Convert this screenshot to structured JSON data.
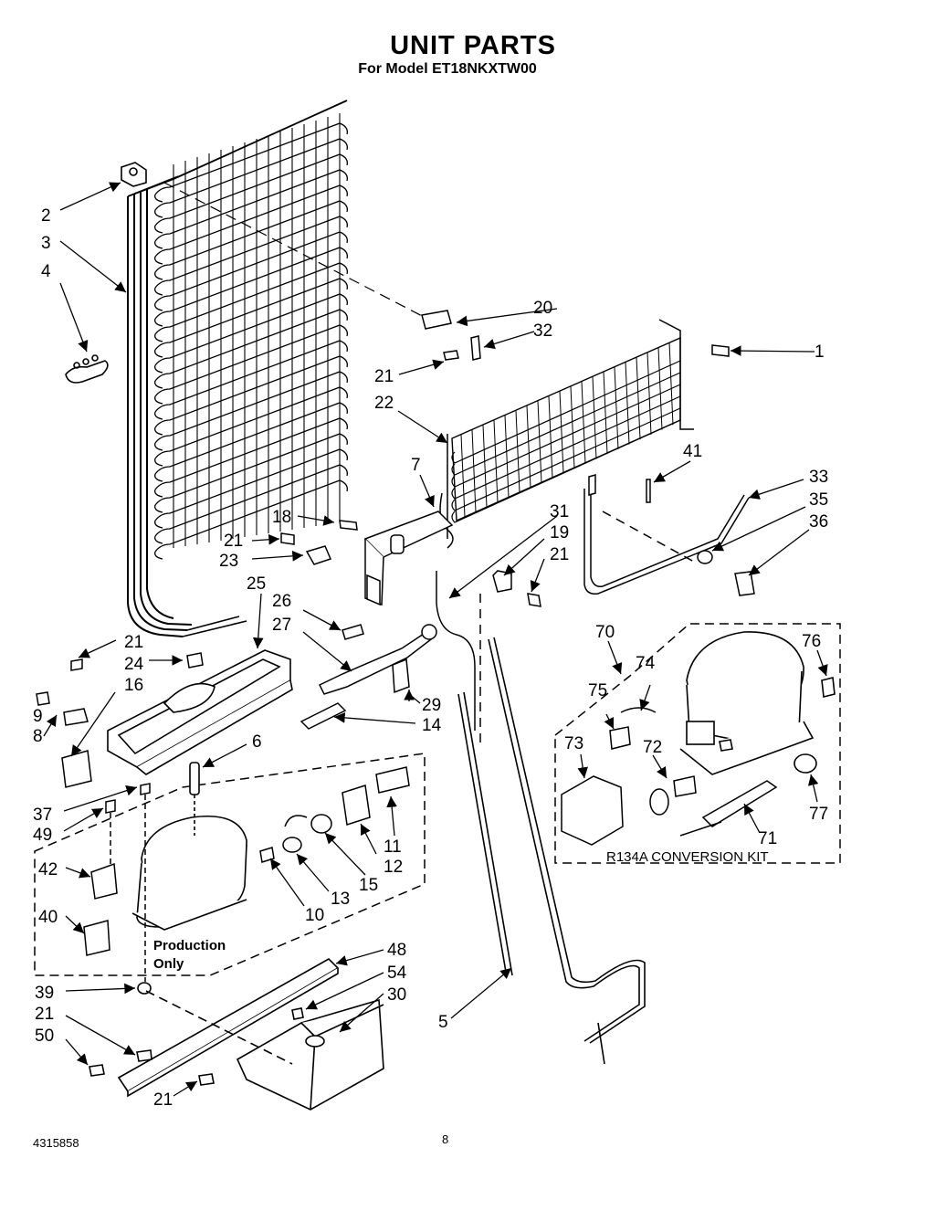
{
  "header": {
    "title": "UNIT PARTS",
    "subtitle": "For Model ET18NKXTW00"
  },
  "footer": {
    "doc_number": "4315858",
    "page": "8"
  },
  "notes": {
    "production_line1": "Production",
    "production_line2": "Only",
    "kit_label": "R134A  CONVERSION  KIT"
  },
  "callouts": [
    {
      "id": "c2",
      "text": "2"
    },
    {
      "id": "c3",
      "text": "3"
    },
    {
      "id": "c4",
      "text": "4"
    },
    {
      "id": "c20",
      "text": "20"
    },
    {
      "id": "c32",
      "text": "32"
    },
    {
      "id": "c1",
      "text": "1"
    },
    {
      "id": "c21a",
      "text": "21"
    },
    {
      "id": "c22",
      "text": "22"
    },
    {
      "id": "c7",
      "text": "7"
    },
    {
      "id": "c41",
      "text": "41"
    },
    {
      "id": "c33",
      "text": "33"
    },
    {
      "id": "c35",
      "text": "35"
    },
    {
      "id": "c36",
      "text": "36"
    },
    {
      "id": "c18",
      "text": "18"
    },
    {
      "id": "c31",
      "text": "31"
    },
    {
      "id": "c19",
      "text": "19"
    },
    {
      "id": "c21b",
      "text": "21"
    },
    {
      "id": "c21c",
      "text": "21"
    },
    {
      "id": "c23",
      "text": "23"
    },
    {
      "id": "c25",
      "text": "25"
    },
    {
      "id": "c26",
      "text": "26"
    },
    {
      "id": "c27",
      "text": "27"
    },
    {
      "id": "c21d",
      "text": "21"
    },
    {
      "id": "c24",
      "text": "24"
    },
    {
      "id": "c16",
      "text": "16"
    },
    {
      "id": "c9",
      "text": "9"
    },
    {
      "id": "c8",
      "text": "8"
    },
    {
      "id": "c29",
      "text": "29"
    },
    {
      "id": "c14",
      "text": "14"
    },
    {
      "id": "c6",
      "text": "6"
    },
    {
      "id": "c70",
      "text": "70"
    },
    {
      "id": "c76",
      "text": "76"
    },
    {
      "id": "c74",
      "text": "74"
    },
    {
      "id": "c75",
      "text": "75"
    },
    {
      "id": "c73",
      "text": "73"
    },
    {
      "id": "c72",
      "text": "72"
    },
    {
      "id": "c77",
      "text": "77"
    },
    {
      "id": "c71",
      "text": "71"
    },
    {
      "id": "c37",
      "text": "37"
    },
    {
      "id": "c49",
      "text": "49"
    },
    {
      "id": "c11",
      "text": "11"
    },
    {
      "id": "c12",
      "text": "12"
    },
    {
      "id": "c15",
      "text": "15"
    },
    {
      "id": "c13",
      "text": "13"
    },
    {
      "id": "c10",
      "text": "10"
    },
    {
      "id": "c42",
      "text": "42"
    },
    {
      "id": "c40",
      "text": "40"
    },
    {
      "id": "c48",
      "text": "48"
    },
    {
      "id": "c54",
      "text": "54"
    },
    {
      "id": "c30",
      "text": "30"
    },
    {
      "id": "c39",
      "text": "39"
    },
    {
      "id": "c21e",
      "text": "21"
    },
    {
      "id": "c50",
      "text": "50"
    },
    {
      "id": "c21f",
      "text": "21"
    },
    {
      "id": "c5",
      "text": "5"
    }
  ]
}
